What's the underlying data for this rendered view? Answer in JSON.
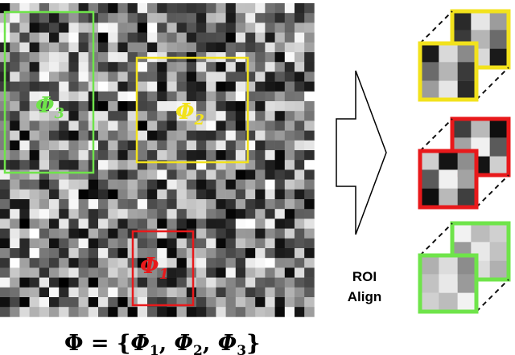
{
  "colors": {
    "phi1": "#e8191b",
    "phi2": "#f2e21c",
    "phi3": "#6fe44a",
    "arrow_stroke": "#000000",
    "dashed": "#111111"
  },
  "regions": [
    {
      "id": "phi3",
      "label_main": "Φ",
      "label_sub": "3",
      "color_key": "phi3"
    },
    {
      "id": "phi2",
      "label_main": "Φ",
      "label_sub": "2",
      "color_key": "phi2"
    },
    {
      "id": "phi1",
      "label_main": "Φ",
      "label_sub": "1",
      "color_key": "phi1"
    }
  ],
  "arrow": {
    "label_line1": "ROI",
    "label_line2": "Align"
  },
  "formula": {
    "lhs": "Φ",
    "eq": " = {",
    "t1": "Φ",
    "s1": "1",
    "c1": ", ",
    "t2": "Φ",
    "s2": "2",
    "c2": ", ",
    "t3": "Φ",
    "s3": "3",
    "close": "}"
  },
  "pooled_features": [
    {
      "color_key": "phi2",
      "front": [
        "#1a1a1a",
        "#d9d9d9",
        "#8a8a8a",
        "#6b6b6b",
        "#b5b5b5",
        "#3a3a3a",
        "#9c9c9c",
        "#e6e6e6",
        "#2a2a2a"
      ]
    },
    {
      "color_key": "phi1",
      "front": [
        "#cfcfcf",
        "#141414",
        "#8e8e8e",
        "#5a5a5a",
        "#f0f0f0",
        "#a3a3a3",
        "#0f0f0f",
        "#b9b9b9",
        "#3f3f3f"
      ]
    },
    {
      "color_key": "phi3",
      "front": [
        "#b0b0b0",
        "#dcdcdc",
        "#8c8c8c",
        "#c2c2c2",
        "#e8e8e8",
        "#9a9a9a",
        "#d0d0d0",
        "#bcbcbc",
        "#f2f2f2"
      ]
    }
  ]
}
